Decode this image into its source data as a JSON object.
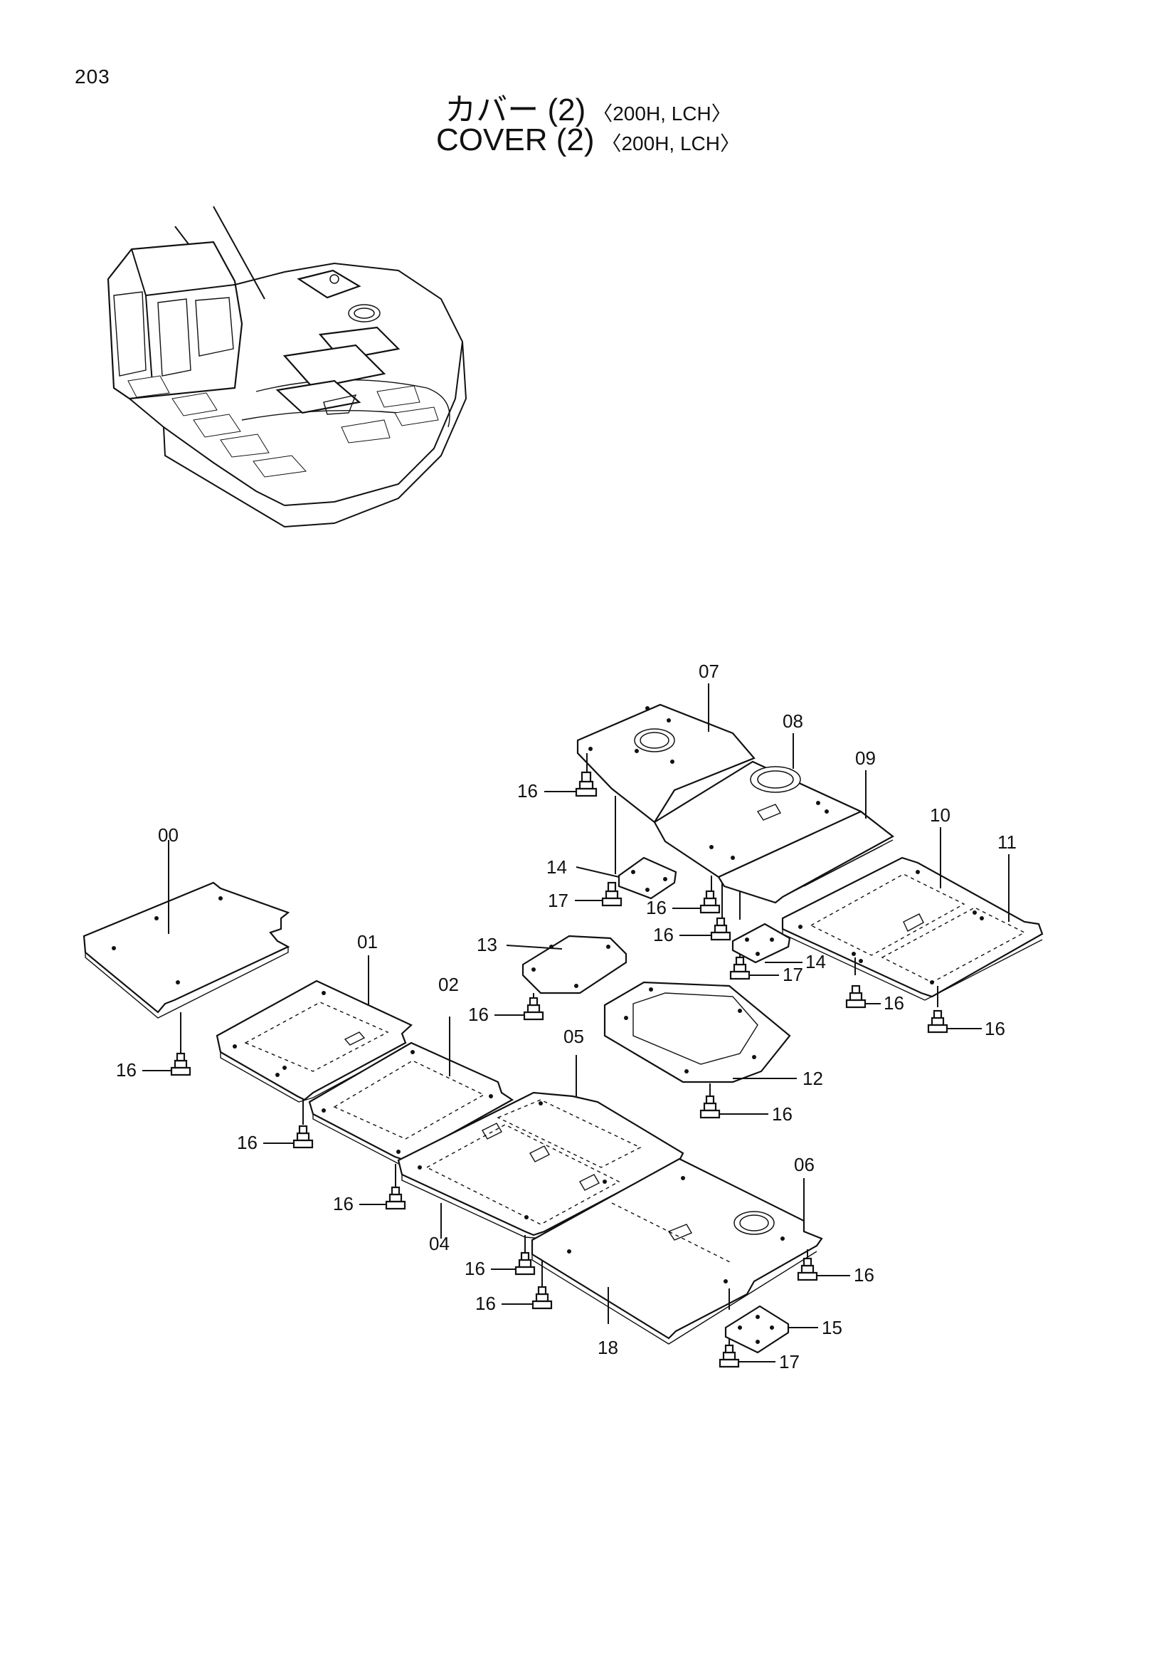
{
  "page_number": "203",
  "title": {
    "jp": "カバー (2)",
    "en": "COVER (2)",
    "variant": "〈200H, LCH〉"
  },
  "part_labels": {
    "p00": "00",
    "p01": "01",
    "p02": "02",
    "p04": "04",
    "p05": "05",
    "p06": "06",
    "p07": "07",
    "p08": "08",
    "p09": "09",
    "p10": "10",
    "p11": "11",
    "p12": "12",
    "p13": "13",
    "p14": "14",
    "p15": "15",
    "p16": "16",
    "p17": "17",
    "p18": "18"
  }
}
